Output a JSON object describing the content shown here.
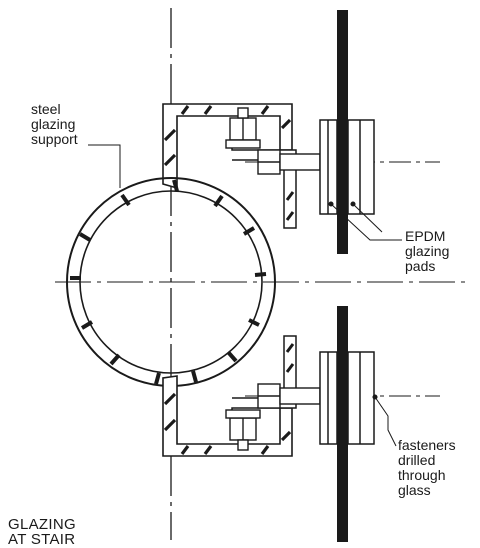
{
  "labels": {
    "steel_support": [
      "steel",
      "glazing",
      "support"
    ],
    "epdm_pads": [
      "EPDM",
      "glazing",
      "pads"
    ],
    "fasteners": [
      "fasteners",
      "drilled",
      "through",
      "glass"
    ],
    "title": [
      "GLAZING",
      "AT STAIR"
    ]
  },
  "colors": {
    "ink": "#1a1a1a",
    "paper": "#ffffff"
  }
}
